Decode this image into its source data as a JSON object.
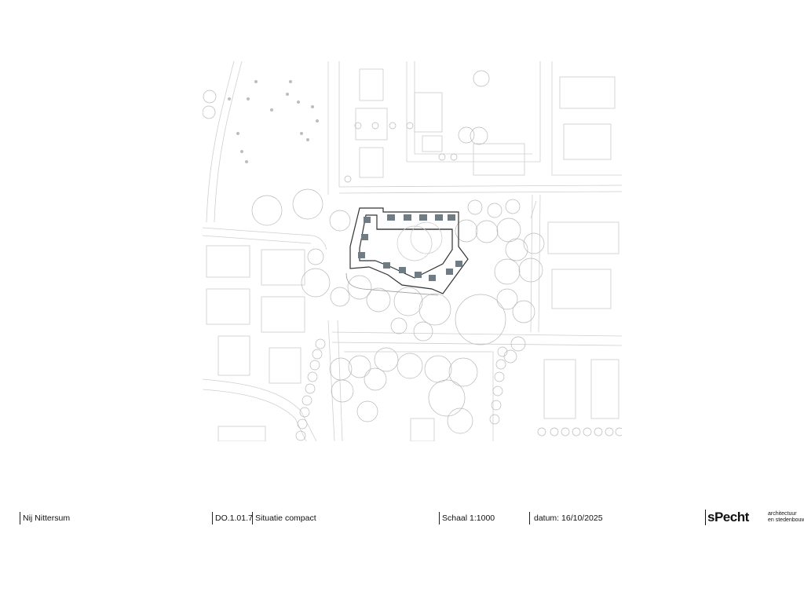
{
  "title_block": {
    "project": "Nij Nittersum",
    "drawing_code": "DO.1.01.7",
    "drawing_title": "Situatie compact",
    "scale": "Schaal 1:1000",
    "date": "datum: 16/10/2025"
  },
  "logo": {
    "wordmark": "sPecht",
    "tagline_line1": "architectuur",
    "tagline_line2": "en stedenbouw"
  },
  "colors": {
    "context_lines": "#cfcfcf",
    "building_outline": "#333333",
    "solar_panels": "#6f7c84"
  }
}
